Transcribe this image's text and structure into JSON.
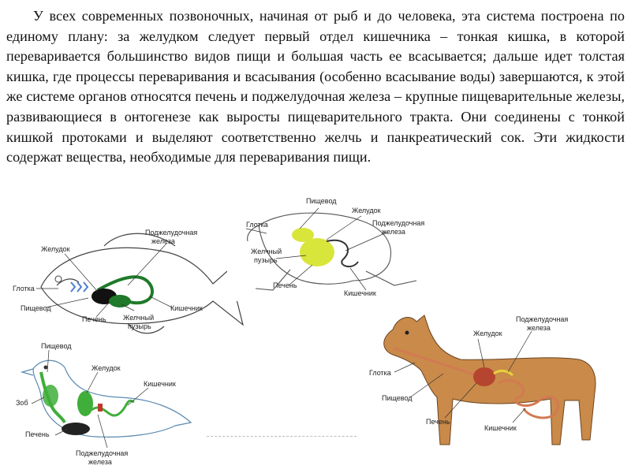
{
  "paragraph": "У всех современных позвоночных, начиная от рыб и до человека, эта система построена по единому плану: за желудком следует первый отдел  кишечника – тонкая кишка, в которой переваривается большинство  видов пищи  и большая часть ее всасывается; дальше идет толстая кишка, где процессы переваривания  и всасывания  (особенно всасывание воды) завершаются,  к этой же системе органов  относятся печень и поджелудочная железа – крупные пищеварительные железы, развивающиеся в онтогенезе как выросты пищеварительного тракта. Они соединены с тонкой кишкой протоками и выделяют соответственно желчь и панкреатический сок. Эти жидкости содержат вещества, необходимые для переваривания пищи.",
  "colors": {
    "organ_fish": "#1f7a2a",
    "organ_frog": "#d8e53a",
    "organ_bird": "#3fae3a",
    "organ_dog": "#d27a52",
    "outline": "#333333",
    "dog_fur": "#c98a4a"
  },
  "fish": {
    "pancreas_line1": "Поджелудочная",
    "pancreas_line2": "железа",
    "stomach": "Желудок",
    "pharynx": "Глотка",
    "esophagus": "Пищевод",
    "liver": "Печень",
    "gallbladder_line1": "Желчный",
    "gallbladder_line2": "пузырь",
    "intestine": "Кишечник"
  },
  "frog": {
    "esophagus": "Пищевод",
    "stomach": "Желудок",
    "pharynx": "Глотка",
    "pancreas_line1": "Поджелудочная",
    "pancreas_line2": "железа",
    "gallbladder_line1": "Желчный",
    "gallbladder_line2": "пузырь",
    "liver": "Печень",
    "intestine": "Кишечник"
  },
  "bird": {
    "esophagus": "Пищевод",
    "stomach": "Желудок",
    "intestine": "Кишечник",
    "crop": "Зоб",
    "liver": "Печень",
    "pancreas_line1": "Поджелудочная",
    "pancreas_line2": "железа"
  },
  "dog": {
    "pancreas_line1": "Поджелудочная",
    "pancreas_line2": "железа",
    "stomach": "Желудок",
    "pharynx": "Глотка",
    "esophagus": "Пищевод",
    "liver": "Печень",
    "intestine": "Кишечник"
  }
}
